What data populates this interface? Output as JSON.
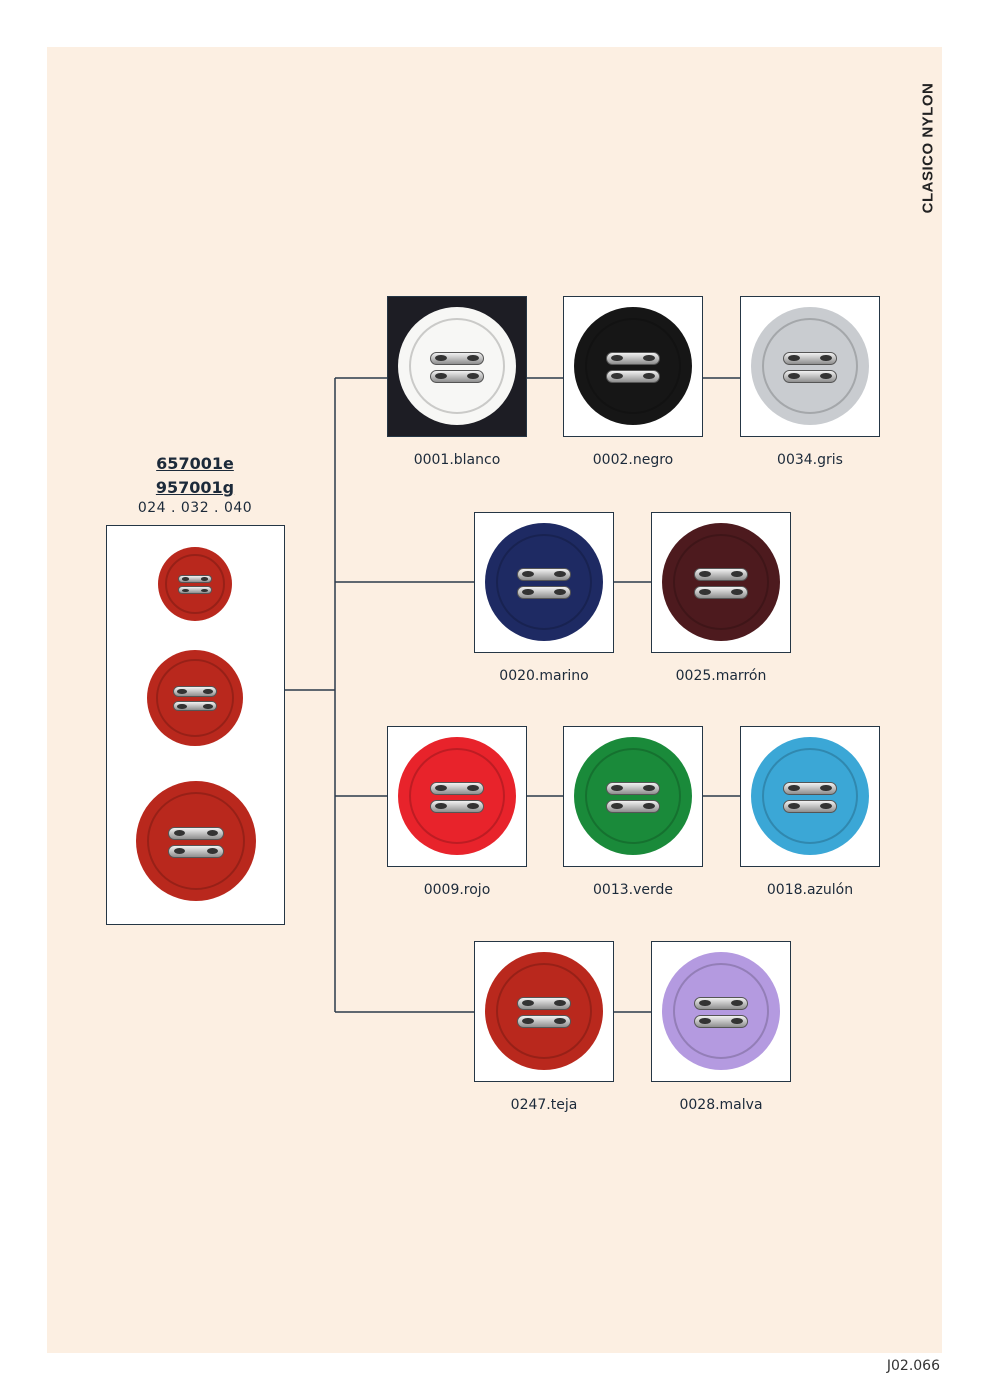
{
  "side_title": "CLASICO NYLON",
  "page_code": "J02.066",
  "product": {
    "refs": [
      "657001e",
      "957001g"
    ],
    "sizes": "024 . 032 . 040",
    "sample_color": "#b9281d"
  },
  "colors": [
    {
      "code": "0001.blanco",
      "hex": "#f7f7f5",
      "dark_bg": true
    },
    {
      "code": "0002.negro",
      "hex": "#161616"
    },
    {
      "code": "0034.gris",
      "hex": "#c9ccd0"
    },
    {
      "code": "0020.marino",
      "hex": "#1e2a63"
    },
    {
      "code": "0025.marrón",
      "hex": "#4d1a1e"
    },
    {
      "code": "0009.rojo",
      "hex": "#e8232b"
    },
    {
      "code": "0013.verde",
      "hex": "#1a8a3a"
    },
    {
      "code": "0018.azulón",
      "hex": "#3ba7d6"
    },
    {
      "code": "0247.teja",
      "hex": "#b9281d"
    },
    {
      "code": "0028.malva",
      "hex": "#b49ae0"
    }
  ]
}
